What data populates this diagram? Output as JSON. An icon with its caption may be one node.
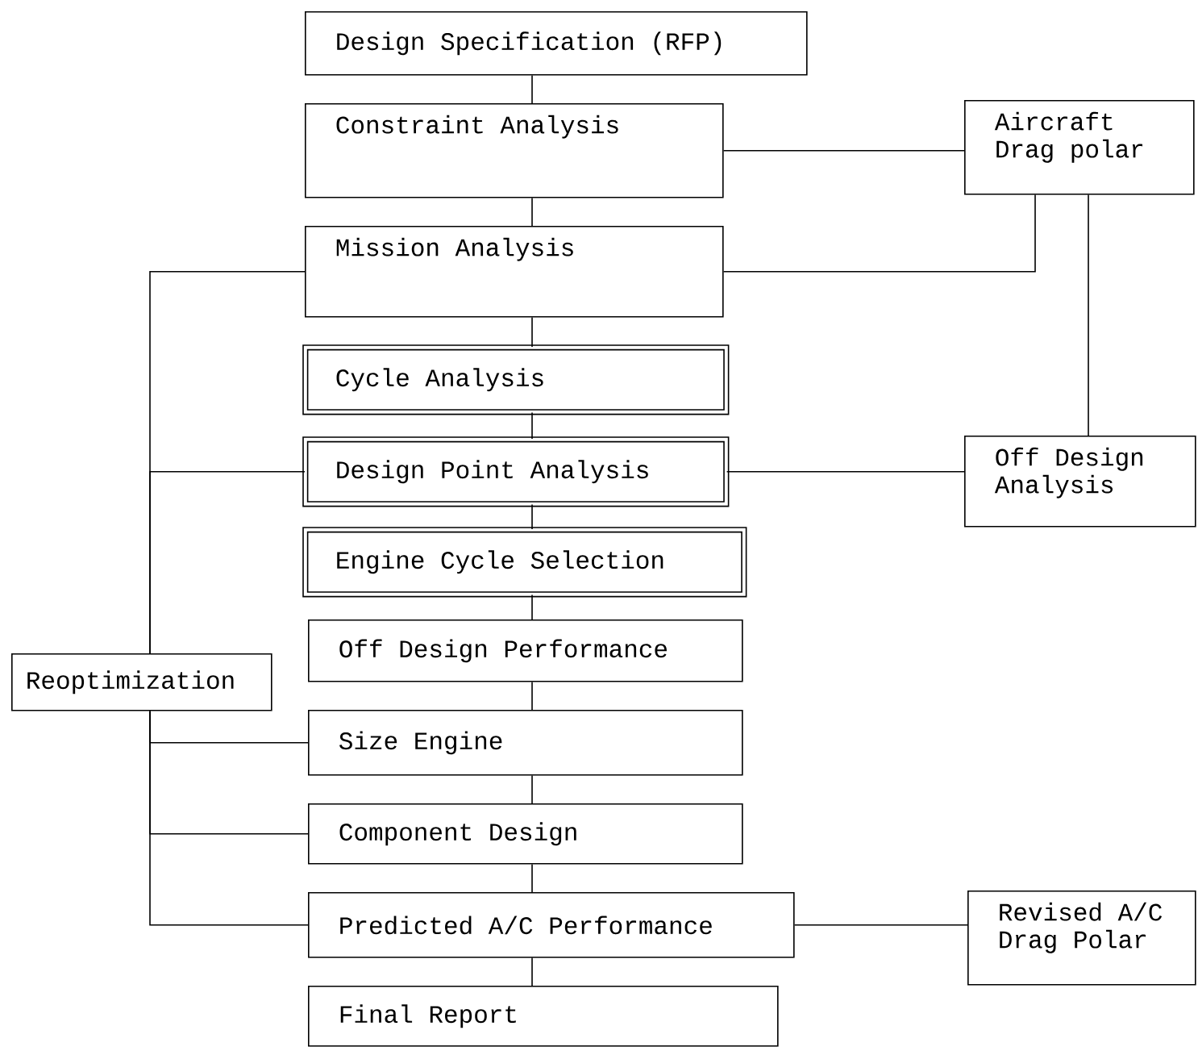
{
  "diagram": {
    "nodes": [
      {
        "text": [
          "Design Specification (RFP)"
        ]
      },
      {
        "text": [
          "Constraint Analysis"
        ]
      },
      {
        "text": [
          "Mission Analysis"
        ]
      },
      {
        "text": [
          "Cycle Analysis"
        ]
      },
      {
        "text": [
          "Design Point Analysis"
        ]
      },
      {
        "text": [
          "Engine Cycle Selection"
        ]
      },
      {
        "text": [
          "Off Design Performance"
        ]
      },
      {
        "text": [
          "Size Engine"
        ]
      },
      {
        "text": [
          "Component Design"
        ]
      },
      {
        "text": [
          "Predicted A/C Performance"
        ]
      },
      {
        "text": [
          "Final Report"
        ]
      },
      {
        "text": [
          "Aircraft Drag polar"
        ]
      },
      {
        "text": [
          "Off Design Analysis"
        ]
      },
      {
        "text": [
          "Revised A/C Drag Polar"
        ]
      },
      {
        "text": [
          "Reoptimization"
        ]
      }
    ],
    "edges": [
      {
        "from": 0,
        "to": 1,
        "arrow": "none"
      },
      {
        "from": 1,
        "to": 2,
        "arrow": "none"
      },
      {
        "from": 2,
        "to": 3,
        "arrow": "none"
      },
      {
        "from": 3,
        "to": 4,
        "arrow": "none"
      },
      {
        "from": 4,
        "to": 5,
        "arrow": "none"
      },
      {
        "from": 5,
        "to": 6,
        "arrow": "none"
      },
      {
        "from": 6,
        "to": 7,
        "arrow": "none"
      },
      {
        "from": 7,
        "to": 8,
        "arrow": "none"
      },
      {
        "from": 8,
        "to": 9,
        "arrow": "none"
      },
      {
        "from": 9,
        "to": 10,
        "arrow": "none"
      },
      {
        "from": 1,
        "to": 11,
        "arrow": "none"
      },
      {
        "from": 2,
        "to": 11,
        "arrow": "none"
      },
      {
        "from": 11,
        "to": 12,
        "arrow": "none"
      },
      {
        "from": 4,
        "to": 12,
        "arrow": "none"
      },
      {
        "from": 9,
        "to": 13,
        "arrow": "none"
      },
      {
        "from": 14,
        "to": 2,
        "arrow": "none"
      },
      {
        "from": 14,
        "to": 4,
        "arrow": "none"
      },
      {
        "from": 14,
        "to": 7,
        "arrow": "none"
      },
      {
        "from": 14,
        "to": 8,
        "arrow": "none"
      },
      {
        "from": 14,
        "to": 9,
        "arrow": "none"
      }
    ]
  }
}
